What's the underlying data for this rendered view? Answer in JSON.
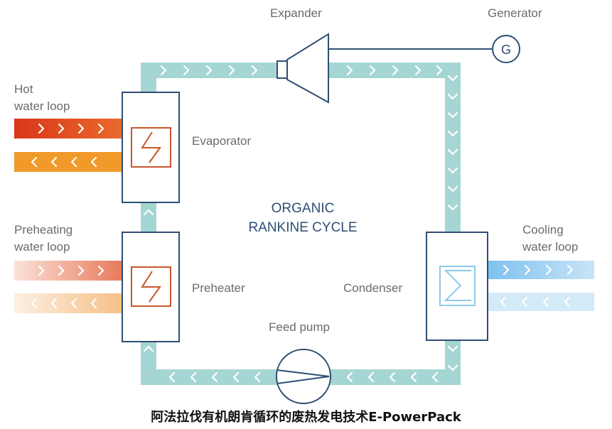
{
  "diagram": {
    "title_line1": "ORGANIC",
    "title_line2": "RANKINE CYCLE",
    "components": {
      "expander": "Expander",
      "generator": "Generator",
      "generator_symbol": "G",
      "evaporator": "Evaporator",
      "preheater": "Preheater",
      "condenser": "Condenser",
      "feed_pump": "Feed pump"
    },
    "loops": {
      "hot_line1": "Hot",
      "hot_line2": "water loop",
      "preheating_line1": "Preheating",
      "preheating_line2": "water loop",
      "cooling_line1": "Cooling",
      "cooling_line2": "water loop"
    },
    "caption": "阿法拉伐有机朗肯循环的废热发电技术E-PowerPack"
  },
  "colors": {
    "pipe": "#a6d6d3",
    "chevron": "#ffffff",
    "box_stroke": "#2f4e74",
    "heater_symbol": "#c8572c",
    "hot_supply": "#d9431c",
    "hot_return": "#f19a2a",
    "preheat_supply": "#ec8c6a",
    "preheat_return": "#f6c38e",
    "cooling_supply": "#9fd0f0",
    "cooling_return": "#cfe8f7",
    "condenser_symbol": "#8cc9ea"
  }
}
